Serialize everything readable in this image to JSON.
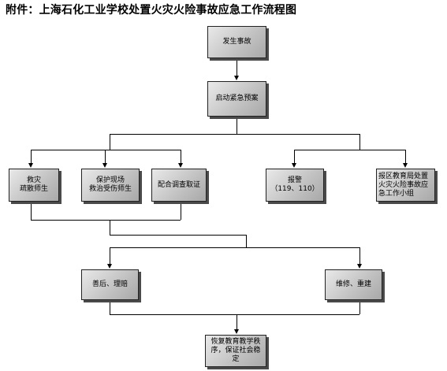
{
  "title": "附件：上海石化工业学校处置火灾火险事故应急工作流程图",
  "nodes": {
    "start": "发生事故",
    "plan": "启动紧急预案",
    "rescue": "救灾\n疏散师生",
    "protect": "保护现场\n救治受伤师生",
    "cooperate": "配合调查取证",
    "alarm": "报警\n（119、110）",
    "report": "报区教育局处置\n火灾火险事故应\n急工作小组",
    "aftermath": "善后、理赔",
    "repair": "维修、重建",
    "restore": "恢复教育教学秩\n序，保证社会稳\n定"
  }
}
